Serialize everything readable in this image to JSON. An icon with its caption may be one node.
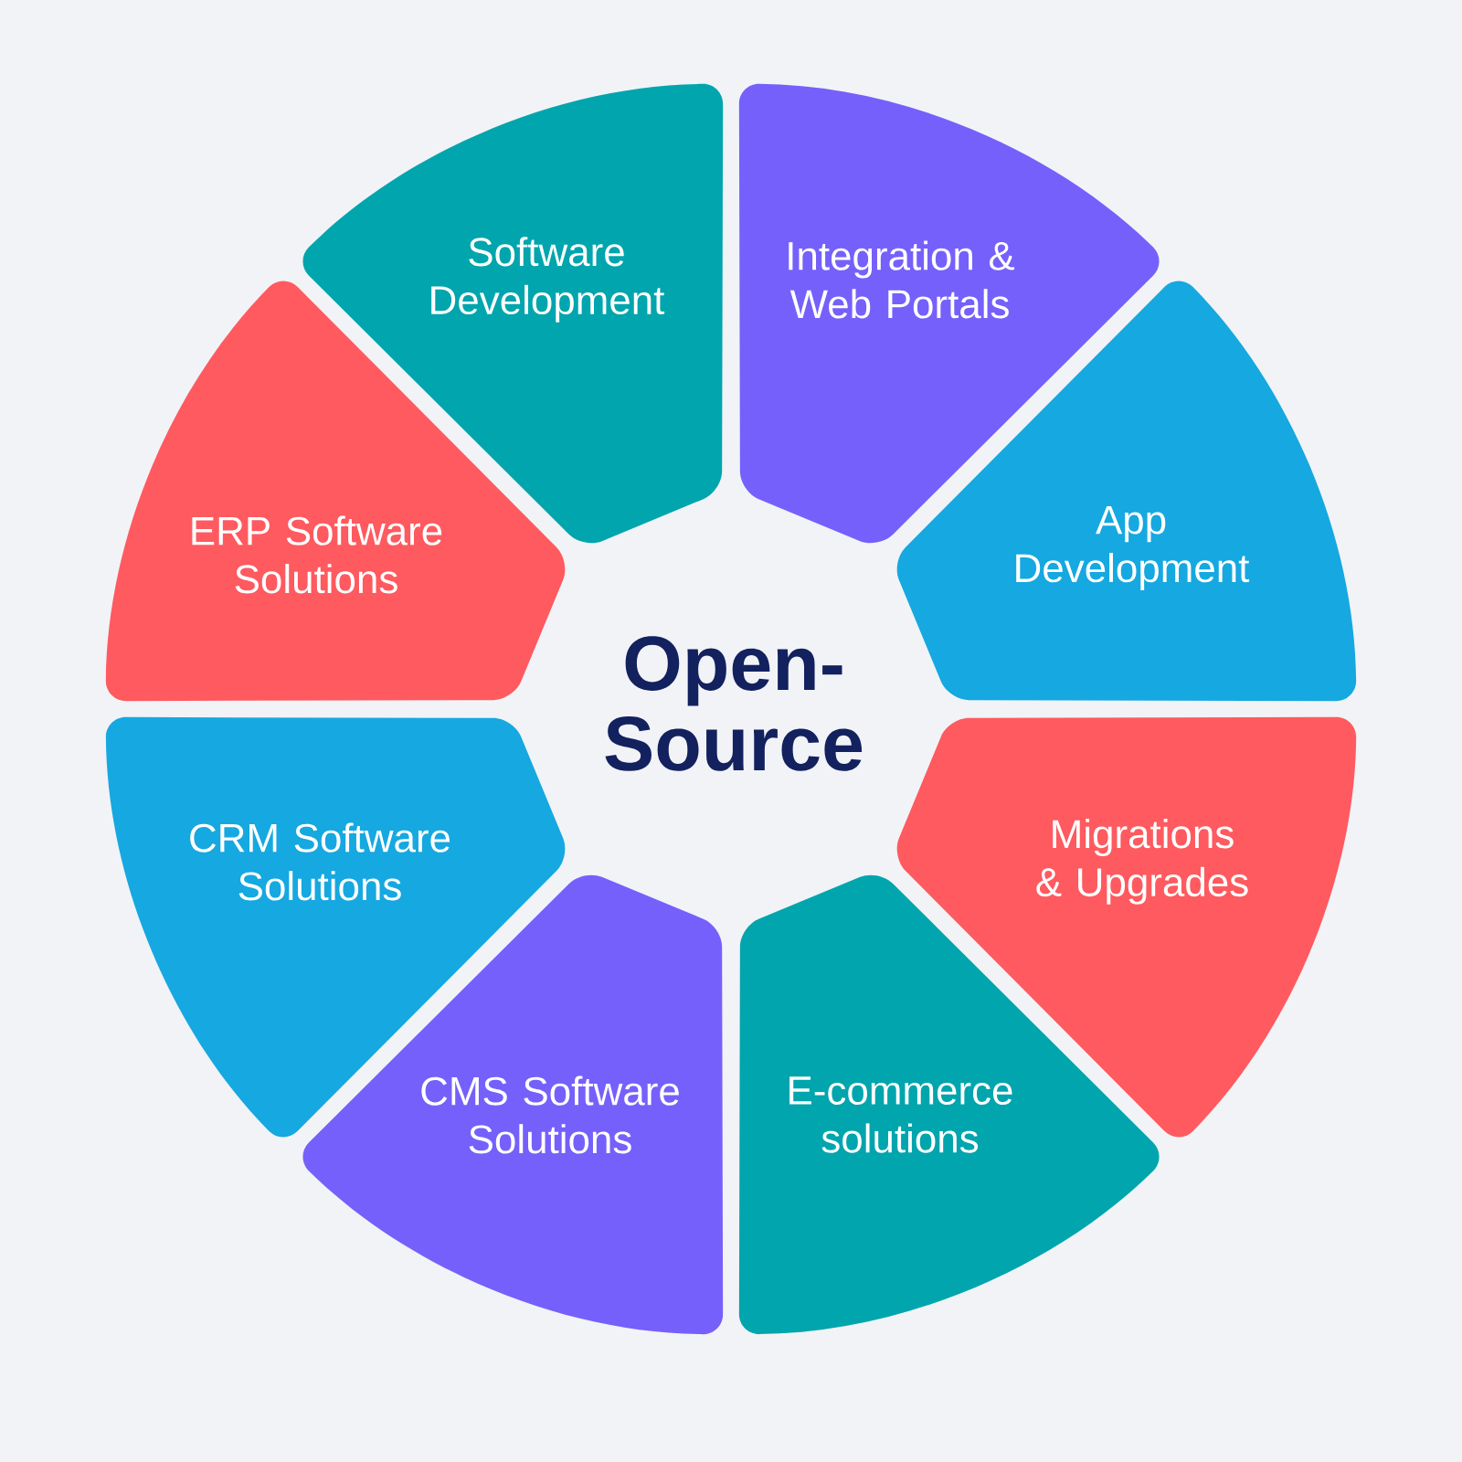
{
  "diagram": {
    "nodes": [
      {
        "text": [
          "Open-Source"
        ]
      },
      {
        "text": [
          "Software Development"
        ]
      },
      {
        "text": [
          "Integration & Web Portals"
        ]
      },
      {
        "text": [
          "ERP Software Solutions"
        ]
      },
      {
        "text": [
          "App Development"
        ]
      },
      {
        "text": [
          "CRM Software Solutions"
        ]
      },
      {
        "text": [
          "Migrations & Upgrades"
        ]
      },
      {
        "text": [
          "CMS Software Solutions"
        ]
      },
      {
        "text": [
          "E-commerce solutions"
        ]
      }
    ]
  }
}
